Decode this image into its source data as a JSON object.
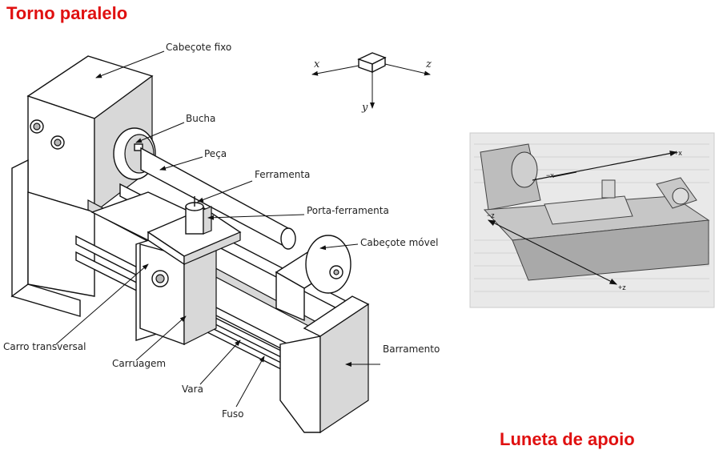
{
  "page": {
    "title": "Torno paralelo",
    "footer": "Luneta de apoio"
  },
  "axes": {
    "x": "x",
    "y": "y",
    "z": "z"
  },
  "labels": {
    "cabecote_fixo": "Cabeçote fixo",
    "bucha": "Bucha",
    "peca": "Peça",
    "ferramenta": "Ferramenta",
    "porta_ferramenta": "Porta-ferramenta",
    "cabecote_movel": "Cabeçote móvel",
    "carro_transversal": "Carro transversal",
    "carruagem": "Carruagem",
    "vara": "Vara",
    "fuso": "Fuso",
    "barramento": "Barramento"
  },
  "photo": {
    "plus_x": "+x",
    "minus_x": "−x",
    "minus_z": "−z",
    "plus_z": "+z"
  },
  "colors": {
    "title": "#e01010"
  }
}
